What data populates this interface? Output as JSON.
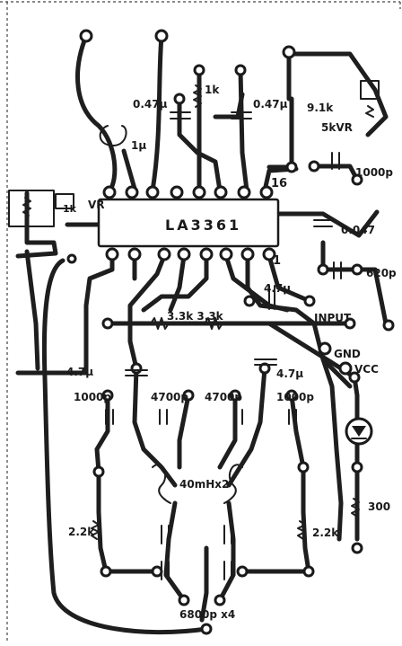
{
  "chip": {
    "label": "LA3361",
    "pin16": "16",
    "pin1": "1"
  },
  "components": {
    "c_047a": "0.47μ",
    "r_1k_top": "1k",
    "c_047b": "0.47μ",
    "r_91k": "9.1k",
    "vr_5k": "5kVR",
    "c_1000p_top": "1000p",
    "c_1u": "1μ",
    "vr_left": "VR",
    "r_1k_left": "1k",
    "c_0047": "0.047",
    "c_620p": "620p",
    "c_47u_input": "4.7μ",
    "input": "INPUT",
    "gnd": "GND",
    "r_33k_pair": "3.3k 3.3k",
    "c_47u_left": "4.7μ",
    "c_47u_right": "4.7μ",
    "vcc": "VCC",
    "c_1000p_a": "1000p",
    "c_4700p_a": "4700p",
    "c_4700p_b": "4700p",
    "c_1000p_b": "1000p",
    "coil": "40mHx2",
    "r_22k_left": "2.2k",
    "r_22k_right": "2.2k",
    "r_300": "300",
    "c_6800p": "6800p x4"
  },
  "colors": {
    "trace": "#1e1e1e",
    "board": "#ffffff"
  }
}
